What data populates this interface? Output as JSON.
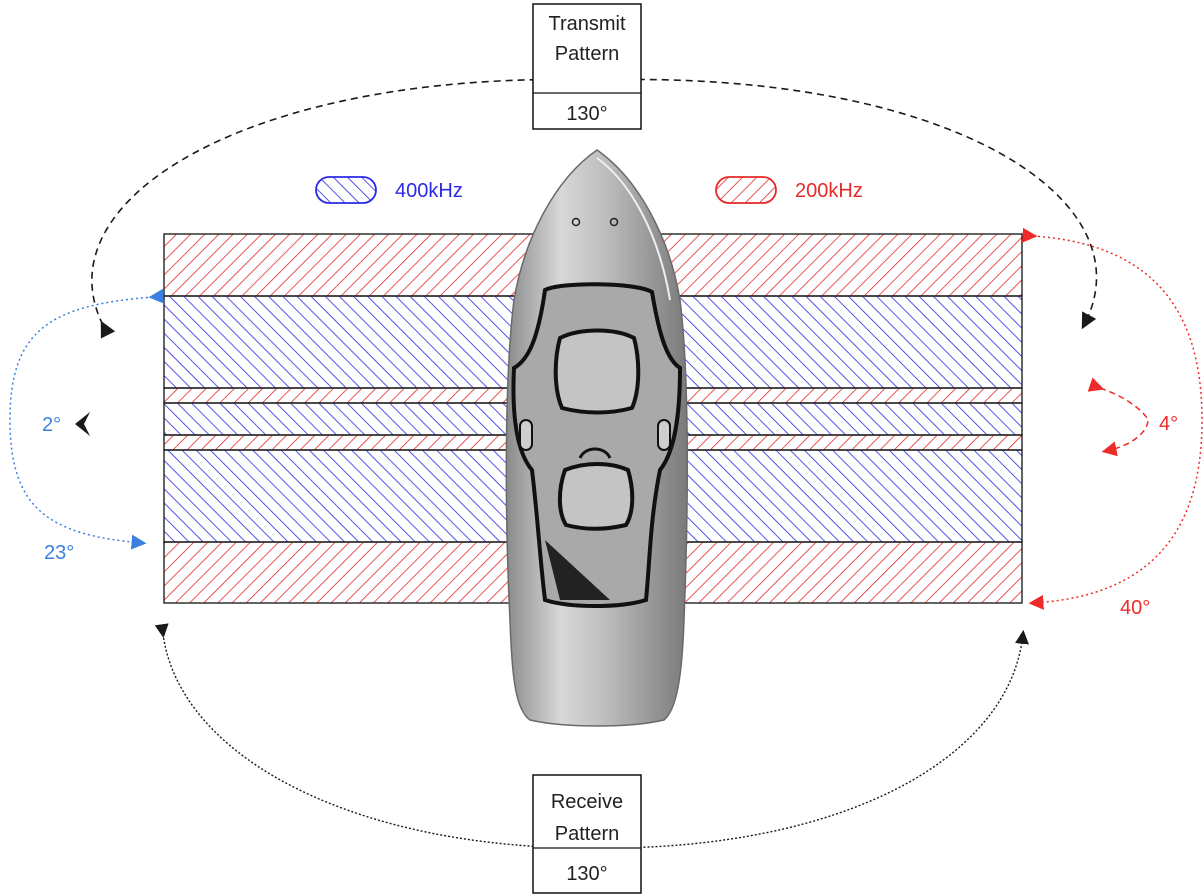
{
  "transmit": {
    "line1": "Transmit",
    "line2": "Pattern",
    "angle": "130°"
  },
  "receive": {
    "line1": "Receive",
    "line2": "Pattern",
    "angle": "130°"
  },
  "legend": {
    "blue_label": "400kHz",
    "red_label": "200kHz",
    "blue_color": "#2a2ae6",
    "red_color": "#e62a2a"
  },
  "angles": {
    "blue_small": "2°",
    "blue_large": "23°",
    "red_small": "4°",
    "red_large": "40°"
  },
  "colors": {
    "blue_text": "#3b7fe0",
    "red_text": "#ee2a2a",
    "dashed_black": "#1a1a1a",
    "boat_fill": "#b8b8b8"
  },
  "icons": {
    "boat": "boat-topview-icon"
  }
}
